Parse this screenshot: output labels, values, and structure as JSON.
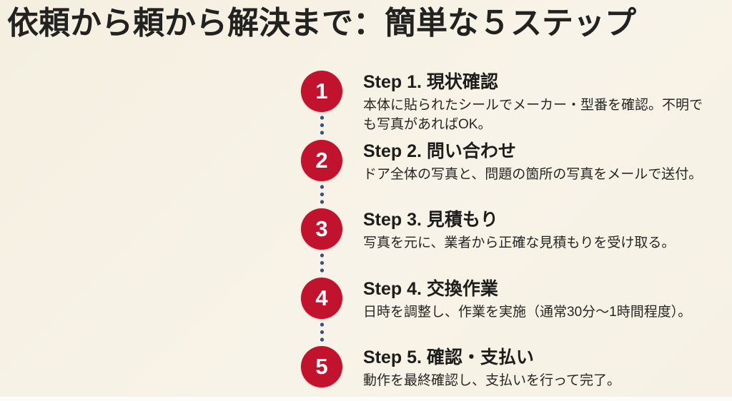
{
  "page": {
    "title": "依頼から頼から解決まで：簡単な５ステップ",
    "background_color": "#F6F1E4",
    "accent_color": "#C1132D",
    "connector_color": "#33507E",
    "title_color": "#222220"
  },
  "steps": [
    {
      "number": "1",
      "title": "Step 1. 現状確認",
      "description": "本体に貼られたシールでメーカー・型番を確認。不明でも写真があればOK。"
    },
    {
      "number": "2",
      "title": "Step 2. 問い合わせ",
      "description": "ドア全体の写真と、問題の箇所の写真をメールで送付。"
    },
    {
      "number": "3",
      "title": "Step 3. 見積もり",
      "description": "写真を元に、業者から正確な見積もりを受け取る。"
    },
    {
      "number": "4",
      "title": "Step 4. 交換作業",
      "description": "日時を調整し、作業を実施（通常30分～1時間程度）。"
    },
    {
      "number": "5",
      "title": "Step 5. 確認・支払い",
      "description": "動作を最終確認し、支払いを行って完了。"
    }
  ]
}
